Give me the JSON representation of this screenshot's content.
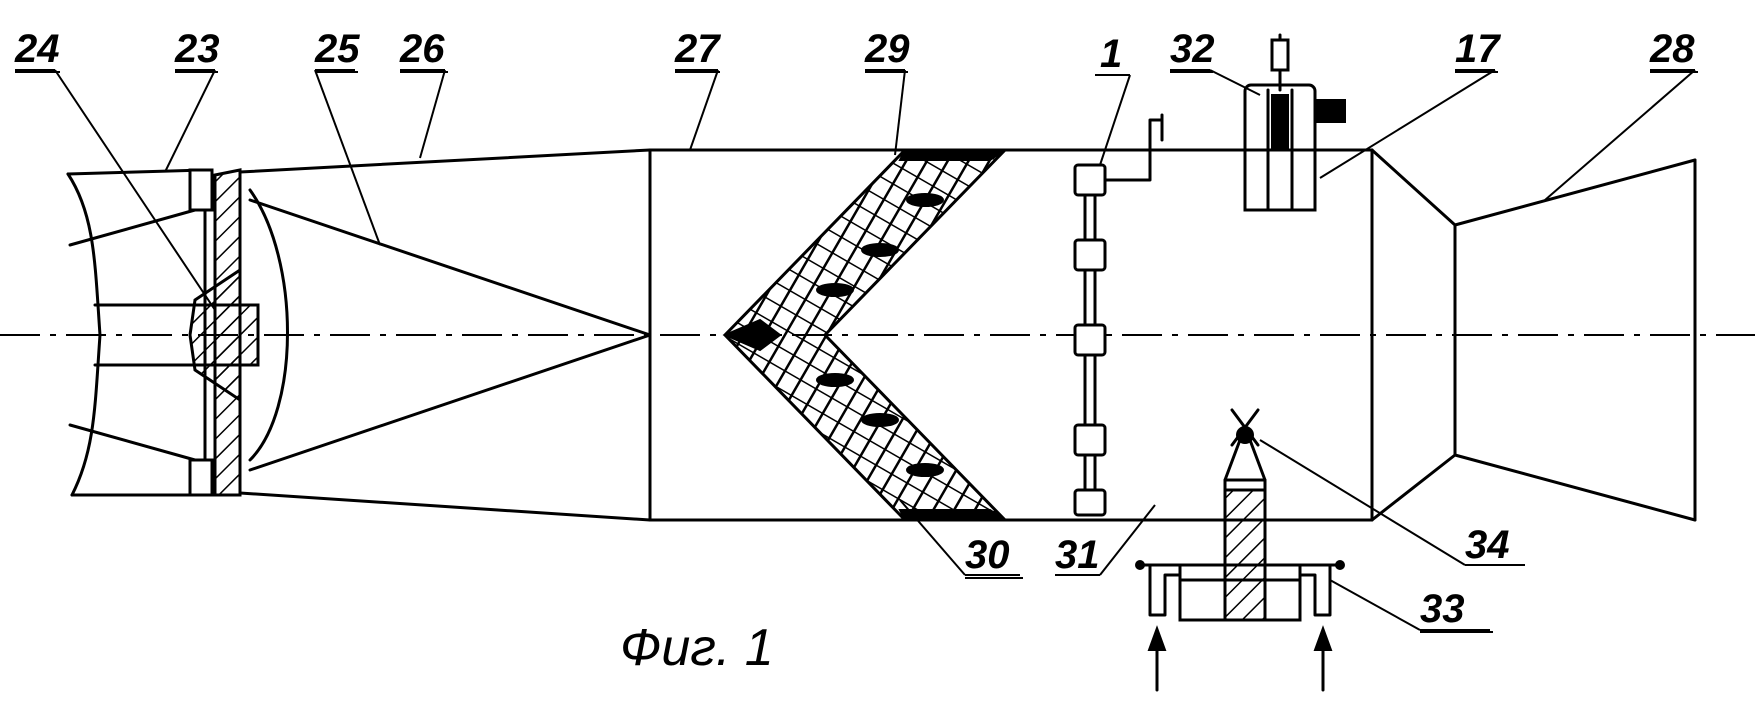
{
  "figure": {
    "caption": "Фиг. 1",
    "labels": {
      "l1": "1",
      "l17": "17",
      "l23": "23",
      "l24": "24",
      "l25": "25",
      "l26": "26",
      "l27": "27",
      "l28": "28",
      "l29": "29",
      "l30": "30",
      "l31": "31",
      "l32": "32",
      "l33": "33",
      "l34": "34"
    }
  }
}
